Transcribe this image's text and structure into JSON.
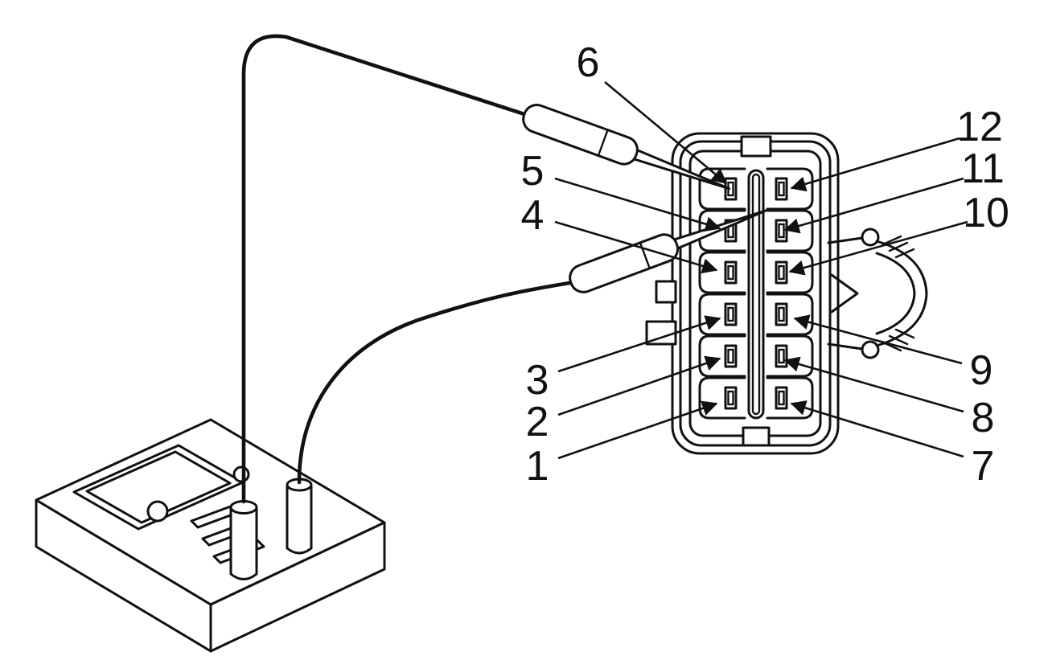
{
  "figure": {
    "left_pin_labels": [
      "6",
      "5",
      "4",
      "3",
      "2",
      "1"
    ],
    "right_pin_labels": [
      "12",
      "11",
      "10",
      "9",
      "8",
      "7"
    ],
    "colors": {
      "line": "#111111",
      "background": "#ffffff"
    }
  }
}
